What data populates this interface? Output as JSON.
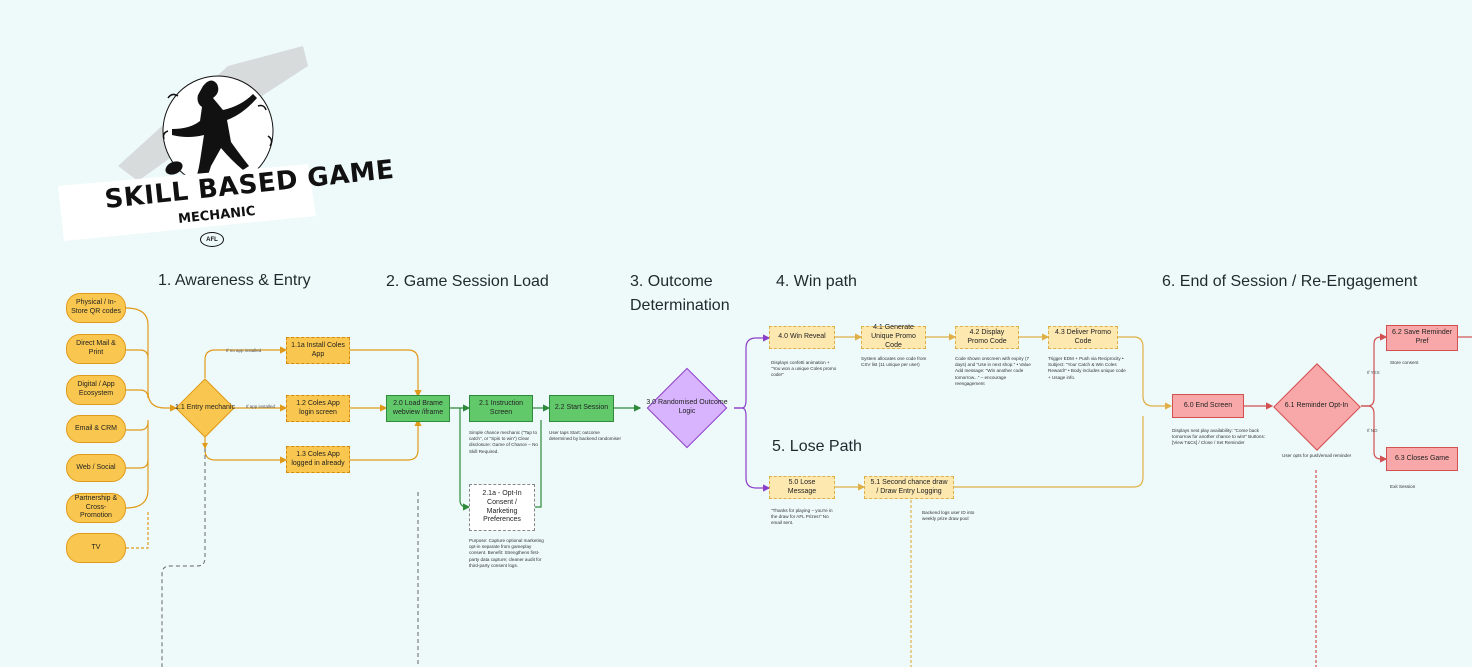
{
  "logo": {
    "title": "SKILL BASED GAME",
    "subtitle": "MECHANIC",
    "badge": "AFL"
  },
  "stages": {
    "s1": "1. Awareness & Entry",
    "s2": "2. Game Session Load",
    "s3a": "3. Outcome",
    "s3b": "Determination",
    "s4": "4.  Win path",
    "s5": "5. Lose Path",
    "s6": "6. End of Session / Re-Engagement"
  },
  "entries": {
    "physical": "Physical / In-Store QR codes",
    "direct_mail": "Direct Mail & Print",
    "digital": "Digital / App Ecosystem",
    "email": "Email & CRM",
    "web": "Web / Social",
    "partnership": "Partnership & Cross-Promotion",
    "tv": "TV"
  },
  "nodes": {
    "entry_mechanic": "1.1 Entry mechanic",
    "install_app": "1.1a Install Coles App",
    "login": "1.2 Coles App login screen",
    "logged_in": "1.3 Coles App logged in already",
    "load_game": "2.0 Load Brame webview /iframe",
    "instruction": "2.1 Instruction Screen",
    "start_session": "2.2 Start Session",
    "optin": "2.1a - Opt-In Consent / Marketing Preferences",
    "outcome": "3.0 Randomised Outcome Logic",
    "win_reveal": "4.0 Win Reveal",
    "gen_code": "4.1 Generate Unique Promo Code",
    "display_code": "4.2 Display Promo Code",
    "deliver_code": "4.3 Deliver Promo Code",
    "lose_message": "5.0 Lose Message",
    "second_chance": "5.1 Second chance draw / Draw Entry Logging",
    "end_screen": "6.0 End Screen",
    "reminder": "6.1 Reminder Opt-In",
    "save_reminder": "6.2 Save Reminder Pref",
    "closes_game": "6.3 Closes Game"
  },
  "edge_labels": {
    "if_no_app": "If no app installed",
    "if_app": "If app installed",
    "if_yes": "If YES",
    "if_no": "If NO"
  },
  "notes": {
    "instruction": "Simple chance mechanic (\"Tap to catch\", or \"Spin to win\") Clear disclosure: Game of Chance – No Skill Required.",
    "start_session": "User taps Start; outcome determined by backend randomiser",
    "optin": "Purpose: Capture optional marketing opt-in separate from gameplay consent. Benefit: Strengthens first-party data capture; cleaner audit for third-party consent logs.",
    "win_reveal": "Displays confetti animation + \"You won a unique Coles promo code!\"",
    "gen_code": "System allocates one code from CSV list (11 unique per user)",
    "display_code": "Code shown onscreen with expiry (7 days) and \"Use in next shop.\" • Value Add message: \"Win another code tomorrow...\" – encourage reengagement",
    "deliver_code": "Trigger EDM + Push via Reciprocity • Subject: \"Your Catch & Win Coles Reward!\" • Body includes unique code + Usage info.",
    "lose_message": "\"Thanks for playing – you're in the draw for AFL Prizes!\" No email sent.",
    "second_chance": "Backend logs user ID into weekly prize draw pool",
    "end_screen": "Displays next play availability: \"Come back tomorrow for another chance to win!\" Buttons: [View T&Cs] / Close / Set Reminder",
    "reminder": "User opts for push/email reminder",
    "save_reminder": "Store consent",
    "closes_game": "Exit Session"
  },
  "colors": {
    "background": "#eef9fa",
    "entry": "#f9c74f",
    "session": "#62c96b",
    "decision": "#d8b4fe",
    "win": "#fde8b0",
    "end": "#f8a8a8"
  }
}
